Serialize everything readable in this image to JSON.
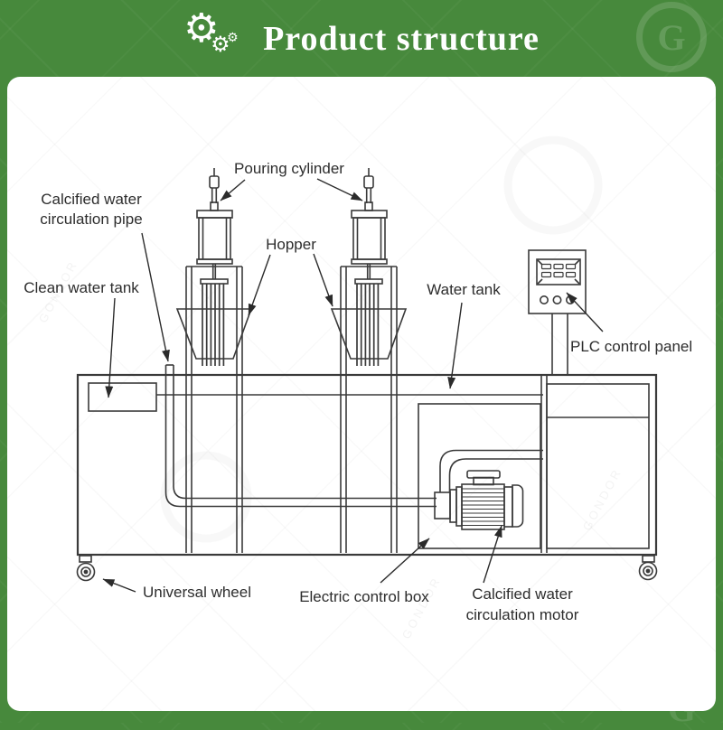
{
  "page": {
    "background_color": "#47893c",
    "card_color": "#ffffff",
    "diagram_line_color": "#3a3a3a",
    "watermark_text": "GONDOR",
    "watermark_letter": "G"
  },
  "header": {
    "title": "Product structure",
    "gear_glyph": "⚙"
  },
  "diagram": {
    "labels": {
      "pouring_cylinder": "Pouring cylinder",
      "calcified_pipe_line1": "Calcified water",
      "calcified_pipe_line2": "circulation pipe",
      "hopper": "Hopper",
      "clean_water_tank": "Clean water tank",
      "water_tank": "Water tank",
      "plc_control_panel": "PLC control panel",
      "universal_wheel": "Universal wheel",
      "electric_control_box": "Electric control box",
      "motor_line1": "Calcified water",
      "motor_line2": "circulation motor"
    }
  }
}
